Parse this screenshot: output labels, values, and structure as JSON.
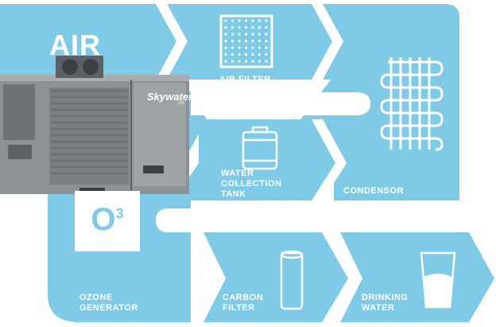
{
  "diagram": {
    "title": "AIR",
    "ozone_symbol": "O",
    "ozone_sup": "3",
    "brand": "Skywater",
    "brand_sub": "350",
    "steps": {
      "air_filter": [
        "AIR FILTER"
      ],
      "condensor": [
        "CONDENSOR"
      ],
      "water_tank": [
        "WATER",
        "COLLECTION",
        "TANK"
      ],
      "ozone": [
        "OZONE",
        "GENERATOR"
      ],
      "carbon": [
        "CARBON",
        "FILTER"
      ],
      "drinking": [
        "DRINKING",
        "WATER"
      ]
    }
  },
  "colors": {
    "flow": "#7fcbe7",
    "machine": "#8c9196",
    "machine_dark": "#5c6166",
    "icon": "#ffffff"
  }
}
